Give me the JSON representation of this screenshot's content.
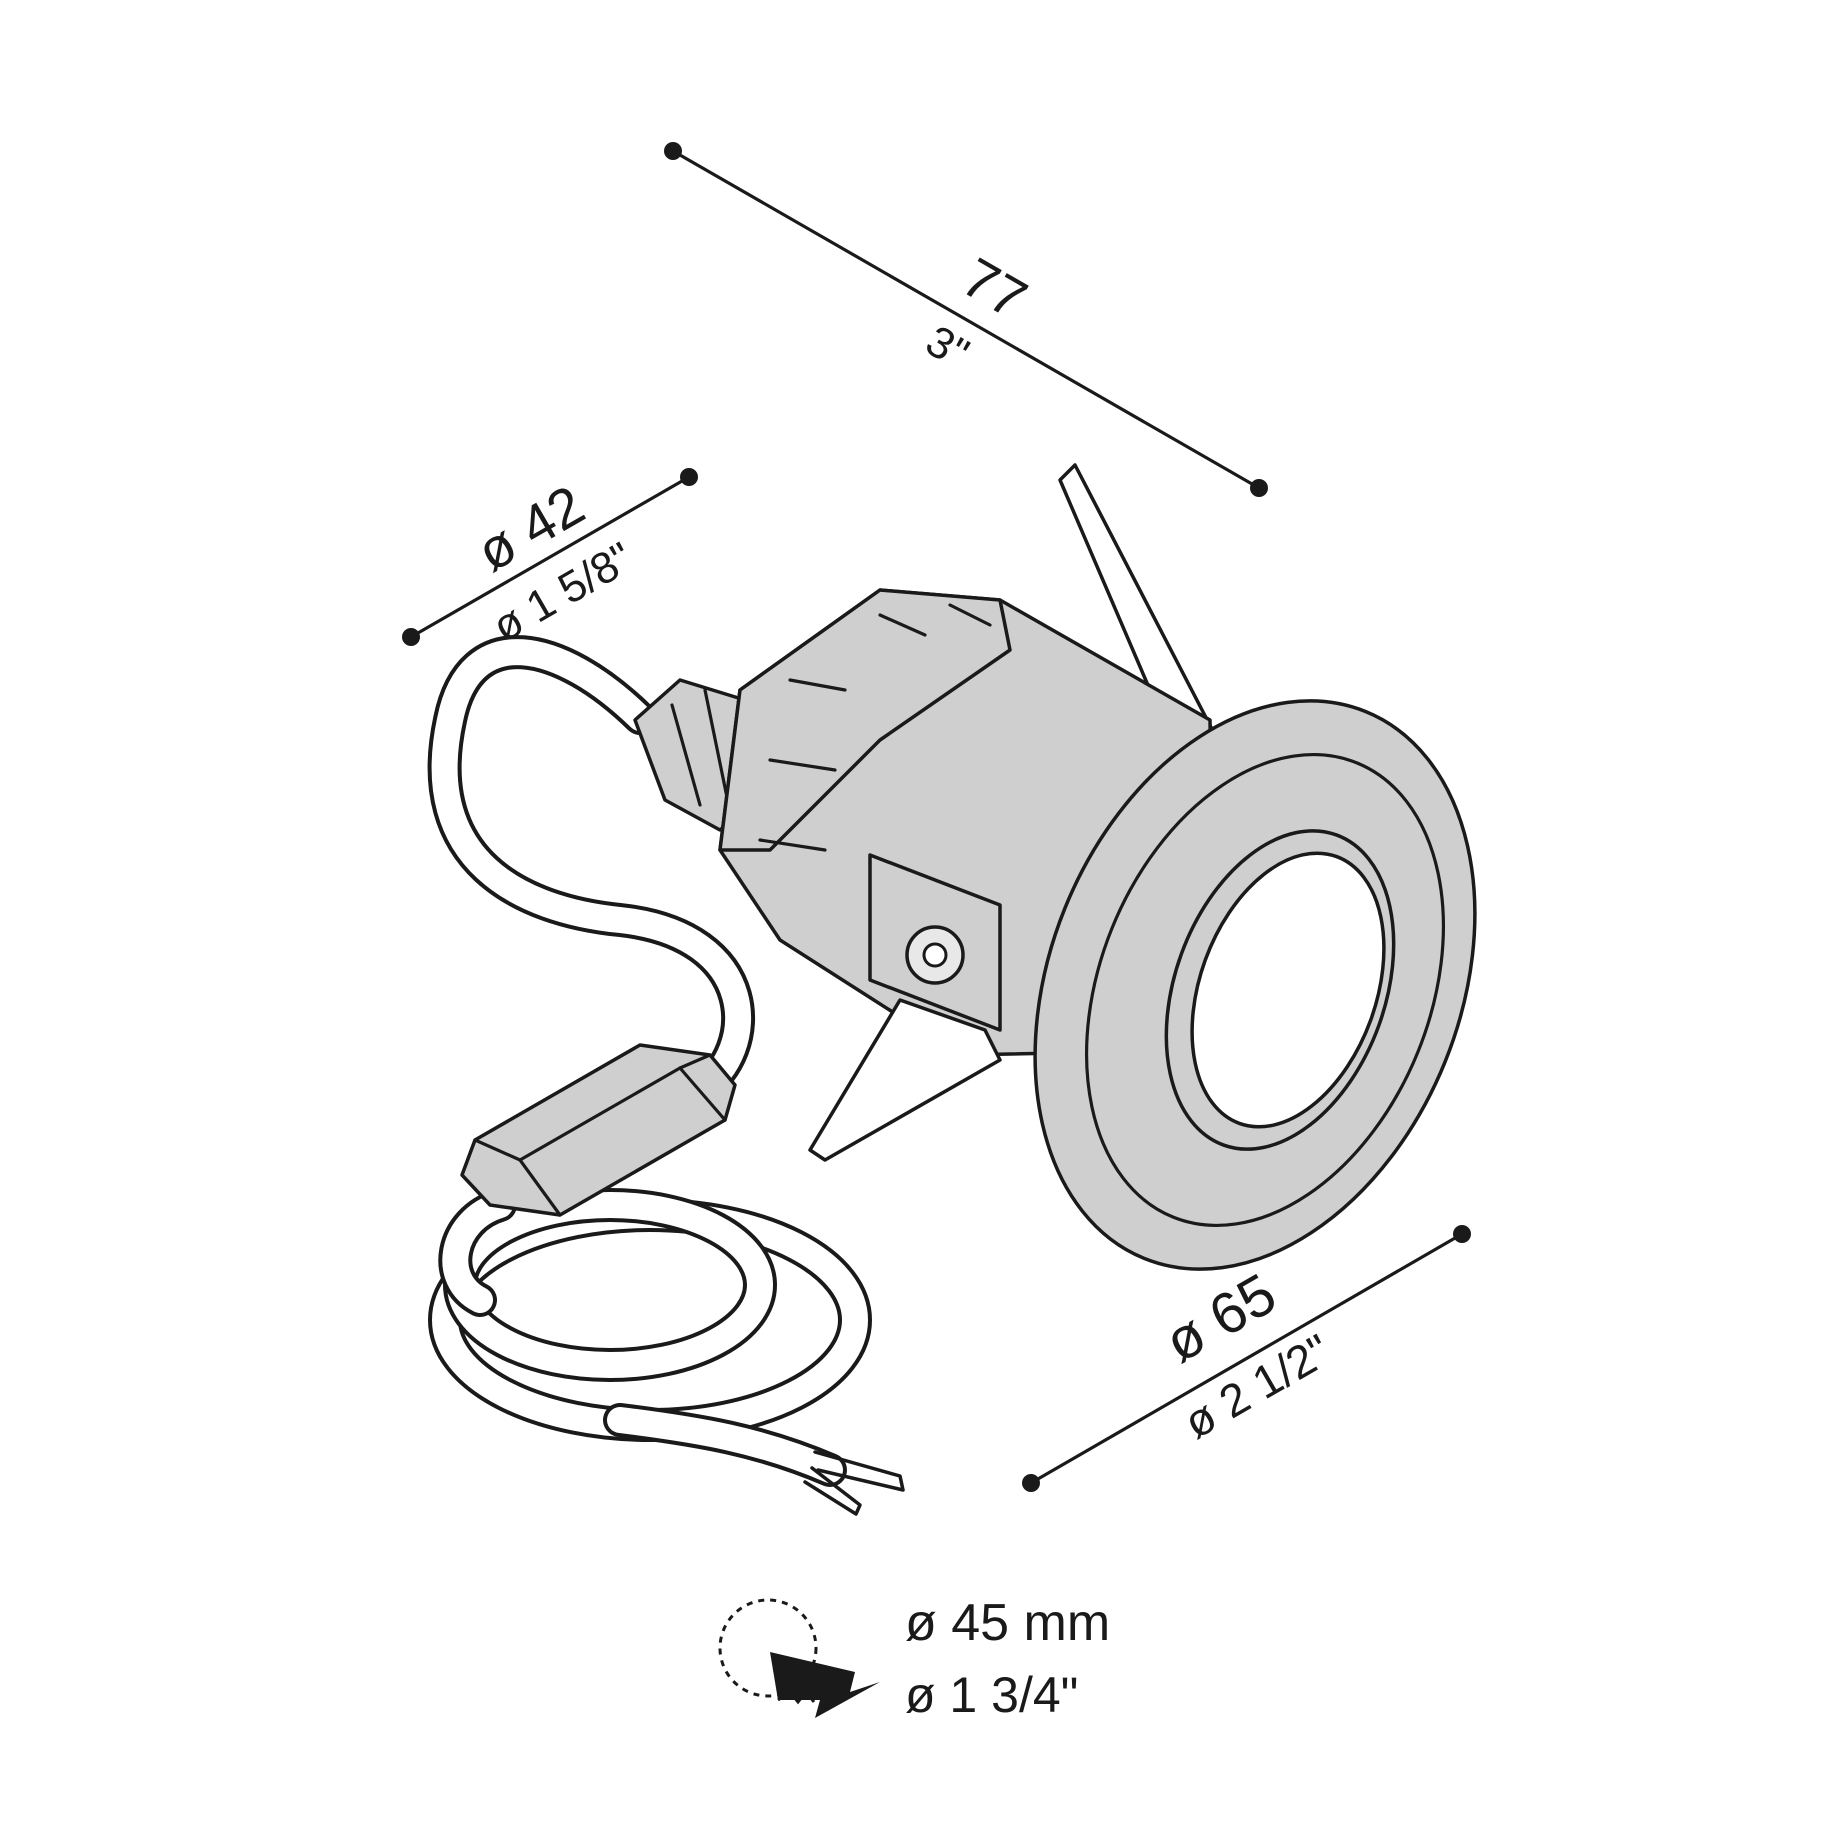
{
  "dimensions": {
    "length": {
      "metric": "77",
      "imperial": "3\""
    },
    "body_diameter": {
      "metric": "ø 42",
      "imperial": "ø 1 5/8\""
    },
    "flange_diameter": {
      "metric": "ø 65",
      "imperial": "ø 2 1/2\""
    }
  },
  "cutout": {
    "icon": "hole-saw-icon",
    "metric": "ø 45 mm",
    "imperial": "ø 1 3/4\""
  },
  "colors": {
    "body": "#cfcfcf",
    "line": "#1a1a1a",
    "background": "#ffffff"
  }
}
